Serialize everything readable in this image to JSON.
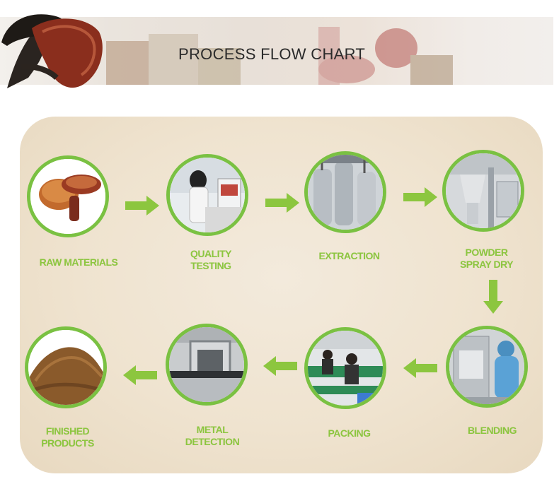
{
  "header": {
    "title": "PROCESS FLOW CHART"
  },
  "steps": [
    {
      "label": "RAW MATERIALS"
    },
    {
      "label": "QUALITY TESTING",
      "line1": "QUALITY",
      "line2": "TESTING"
    },
    {
      "label": "EXTRACTION"
    },
    {
      "label": "POWDER SPRAY DRY",
      "line1": "POWDER",
      "line2": "SPRAY DRY"
    },
    {
      "label": "BLENDING"
    },
    {
      "label": "PACKING"
    },
    {
      "label": "METAL DETECTION",
      "line1": "METAL",
      "line2": "DETECTION"
    },
    {
      "label": "FINISHED PRODUCTS",
      "line1": "FINISHED",
      "line2": "PRODUCTS"
    }
  ],
  "colors": {
    "accent": "#8cc63f",
    "ring": "#7ac142",
    "arrow": "#8cc63f"
  }
}
